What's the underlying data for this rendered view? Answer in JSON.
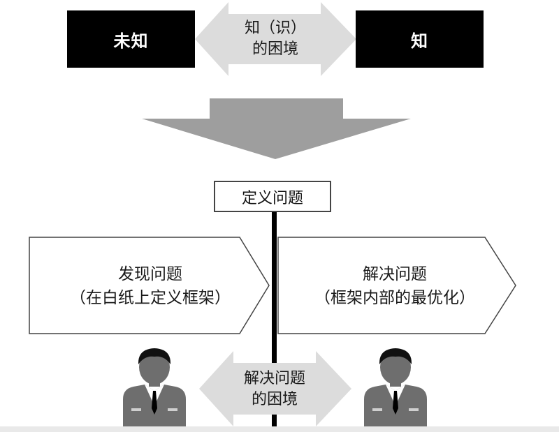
{
  "top": {
    "unknown_label": "未知",
    "known_label": "知",
    "dilemma_line1": "知（识）",
    "dilemma_line2": "的困境"
  },
  "center": {
    "define_problem": "定义问题"
  },
  "left_panel": {
    "line1": "发现问题",
    "line2": "（在白纸上定义框架）"
  },
  "right_panel": {
    "line1": "解决问题",
    "line2": "（框架内部的最优化）"
  },
  "bottom": {
    "dilemma_line1": "解决问题",
    "dilemma_line2": "的困境"
  },
  "colors": {
    "arrow_light": "#dcdcdc",
    "arrow_mid": "#9e9e9e",
    "box_dark": "#000000",
    "person_gray": "#6e6e6e"
  },
  "icons": [
    "person-icon",
    "person-icon"
  ]
}
